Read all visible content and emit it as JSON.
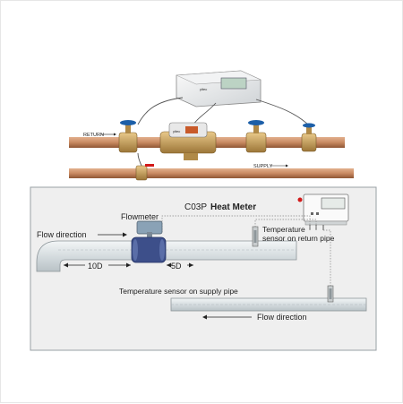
{
  "top_diagram": {
    "return_label": "RETURN",
    "supply_label": "SUPPLY",
    "controller_brand": "yitec",
    "meter_brand": "yitec"
  },
  "bottom_diagram": {
    "title_model": "C03P",
    "title_product": "Heat Meter",
    "title_product_color": "#d21a1a",
    "flowmeter_label": "Flowmeter",
    "flow_direction_top": "Flow direction",
    "dim_upstream": "10D",
    "dim_downstream": "5D",
    "return_sensor_line1": "Temperature",
    "return_sensor_line2": "sensor on return pipe",
    "supply_sensor_label": "Temperature sensor on supply pipe",
    "flow_direction_bottom": "Flow direction"
  },
  "colors": {
    "pipe_copper": "#c98a62",
    "pipe_copper_dark": "#9a5f3c",
    "valve_brass": "#c9a25a",
    "valve_handle": "#1c5fa8",
    "panel_bg": "#efefef",
    "pipe_gray": "#d8dee0",
    "meter_body_blue": "#3d4f8a",
    "accent_red": "#d21a1a"
  }
}
